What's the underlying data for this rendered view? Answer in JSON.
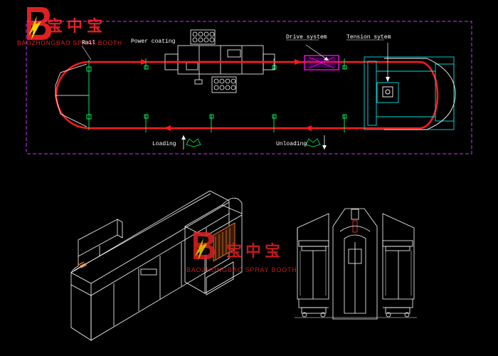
{
  "brand": {
    "cn": "宝中宝",
    "en": "BAOZHONGBAO SPRAY BOOTH",
    "mark": "B",
    "colors": {
      "red": "#e02020",
      "yellow": "#f5d000"
    }
  },
  "plan_labels": {
    "rail": "Rail",
    "powder_coating": "Power coating",
    "drive_system": "Drive system",
    "tension_system": "Tension sytem",
    "loading": "Loading",
    "unloading": "Unloading"
  },
  "colors": {
    "track": "#ff1a1a",
    "frame_green": "#00ff66",
    "boundary": "#cc33ff",
    "tension_frame": "#00e0e0",
    "drive_block": "#ff00ff",
    "lines": "#ffffff"
  }
}
